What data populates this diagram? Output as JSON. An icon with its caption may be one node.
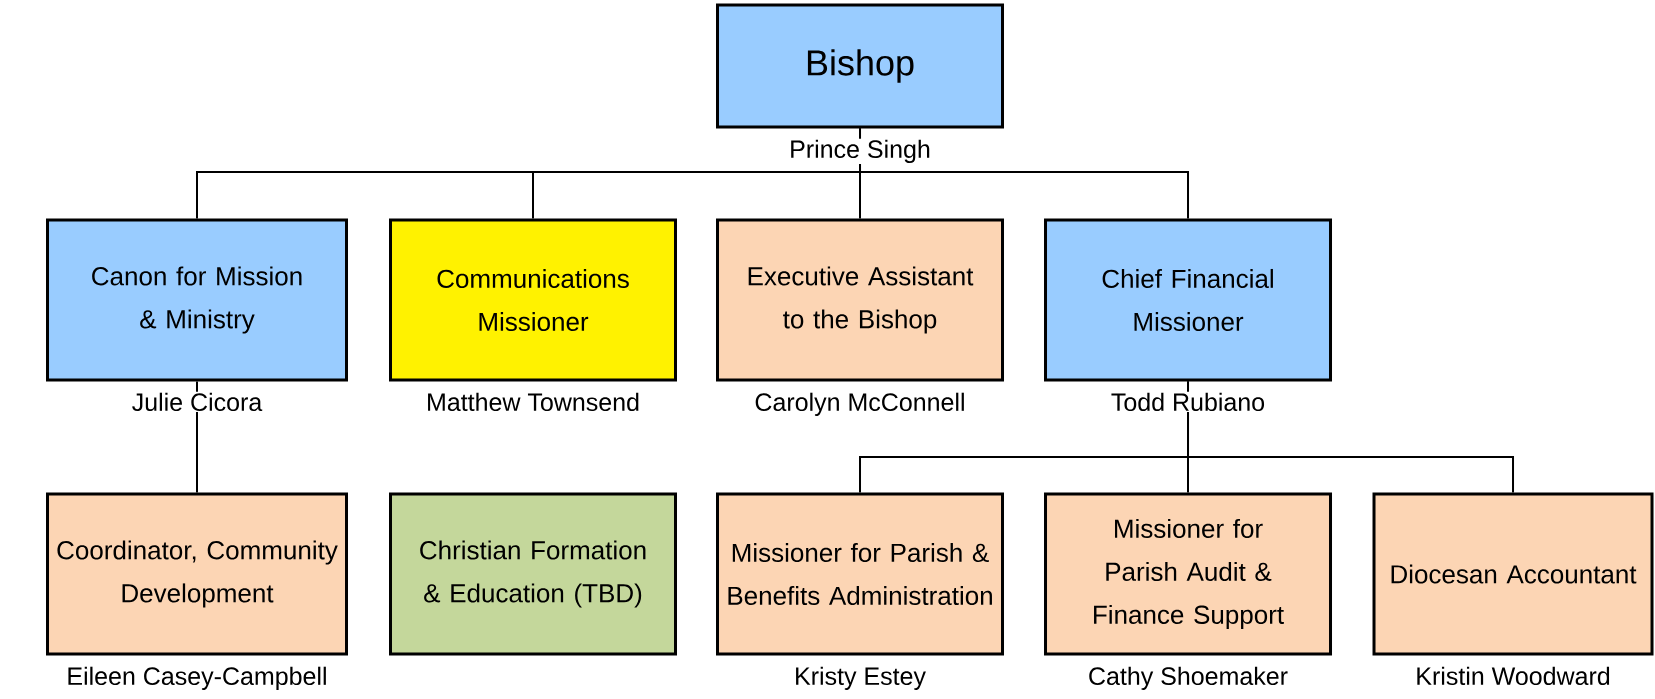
{
  "diagram": {
    "nodes": [
      {
        "text": [
          "Bishop"
        ],
        "beside": [
          "Prince  Singh"
        ]
      },
      {
        "text": [
          "Canon for Mission & Ministry"
        ],
        "beside": [
          "Julie  Cicora"
        ]
      },
      {
        "text": [
          "Communications Missioner"
        ],
        "beside": [
          "Matthew Townsend"
        ]
      },
      {
        "text": [
          "Executive Assistant to the Bishop"
        ],
        "beside": [
          "Carolyn McConnell"
        ]
      },
      {
        "text": [
          "Chief Financial Missioner"
        ],
        "beside": [
          "Todd  Rubiano"
        ]
      },
      {
        "text": [
          "Coordinator, Community Development"
        ],
        "beside": [
          "Eileen Casey-Campbell"
        ]
      },
      {
        "text": [
          "Christian Formation & Education (TBD)"
        ]
      },
      {
        "text": [
          "Missioner for Parish & Benefits Administration"
        ],
        "beside": [
          "Kristy Estey"
        ]
      },
      {
        "text": [
          "Missioner for Parish Audit & Finance Support"
        ],
        "beside": [
          "Cathy Shoemaker"
        ]
      },
      {
        "text": [
          "Diocesan Accountant"
        ],
        "beside": [
          "Kristin Woodward"
        ]
      }
    ],
    "edges": [
      {
        "from": 0,
        "to": 1,
        "arrow": "none"
      },
      {
        "from": 0,
        "to": 2,
        "arrow": "none"
      },
      {
        "from": 0,
        "to": 3,
        "arrow": "none"
      },
      {
        "from": 0,
        "to": 4,
        "arrow": "none"
      },
      {
        "from": 1,
        "to": 5,
        "arrow": "none"
      },
      {
        "from": 4,
        "to": 7,
        "arrow": "none"
      },
      {
        "from": 4,
        "to": 8,
        "arrow": "none"
      },
      {
        "from": 4,
        "to": 9,
        "arrow": "none"
      }
    ]
  }
}
